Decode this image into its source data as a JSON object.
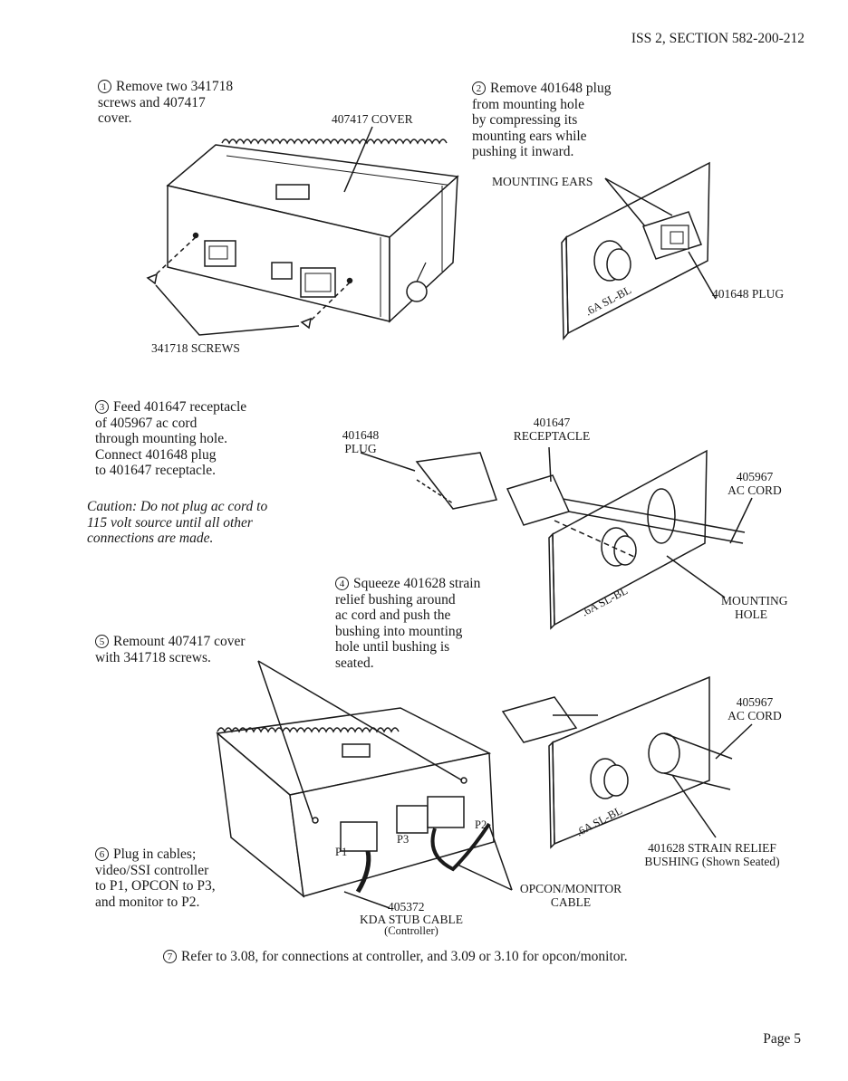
{
  "header": {
    "section": "ISS 2, SECTION 582-200-212"
  },
  "footer": {
    "page": "Page 5"
  },
  "steps": [
    {
      "num": "1",
      "text": "Remove two 341718\nscrews and 407417\ncover."
    },
    {
      "num": "2",
      "text": "Remove 401648 plug\nfrom mounting hole\nby compressing its\nmounting ears while\npushing it inward."
    },
    {
      "num": "3",
      "text": "Feed 401647 receptacle\nof 405967 ac cord\nthrough mounting hole.\nConnect 401648 plug\nto 401647 receptacle."
    },
    {
      "num": "4",
      "text": "Squeeze 401628 strain\nrelief bushing around\nac cord and push the\nbushing into mounting\nhole until bushing is\nseated."
    },
    {
      "num": "5",
      "text": "Remount 407417 cover\nwith 341718 screws."
    },
    {
      "num": "6",
      "text": "Plug in cables;\nvideo/SSI controller\nto P1, OPCON to P3,\nand monitor to P2."
    },
    {
      "num": "7",
      "text": "Refer to 3.08, for connections at controller, and 3.09 or 3.10 for opcon/monitor."
    }
  ],
  "caution": "Caution:   Do not plug ac cord to\n115 volt source until all other\nconnections are made.",
  "labels": {
    "cover": "407417 COVER",
    "screws": "341718 SCREWS",
    "mounting_ears": "MOUNTING EARS",
    "plug_401648_top": "401648 PLUG",
    "plug_401648": "401648\nPLUG",
    "receptacle_401647": "401647\nRECEPTACLE",
    "ac_cord_1": "405967\nAC CORD",
    "mounting_hole": "MOUNTING\nHOLE",
    "ac_cord_2": "405967\nAC CORD",
    "strain_relief": "401628 STRAIN RELIEF\nBUSHING (Shown Seated)",
    "opcon_monitor": "OPCON/MONITOR\nCABLE",
    "kda_stub_1": "405372",
    "kda_stub_2": "KDA STUB CABLE",
    "kda_stub_3": "(Controller)",
    "p1": "P1",
    "p2": "P2",
    "p3": "P3",
    "fuse_marking": ".6A SL-BL"
  }
}
